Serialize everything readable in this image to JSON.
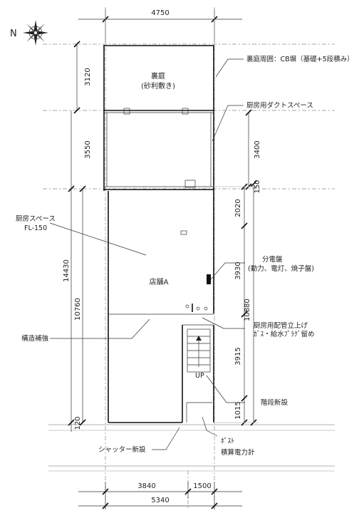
{
  "compass": {
    "north_label": "N"
  },
  "dimensions": {
    "top_width": "4750",
    "left_courtyard": "3120",
    "left_kitchen_upper": "3550",
    "left_total": "14430",
    "left_lower": "10760",
    "left_bottom": "120",
    "right_upper": "3400",
    "right_small": "150",
    "right_a": "2020",
    "right_b": "3930",
    "right_total": "10880",
    "right_c": "3915",
    "right_d": "1015",
    "bottom_left": "3840",
    "bottom_right": "1500",
    "bottom_total": "5340"
  },
  "rooms": {
    "courtyard_name": "裏庭",
    "courtyard_note": "(砂利敷き)",
    "store_name": "店舗A",
    "stairs_up": "UP"
  },
  "labels": {
    "courtyard_fence": "裏庭周囲：CB塀（基礎+5段積み）",
    "kitchen_duct": "厨房用ダクトスペース",
    "kitchen_space": "厨房スペース",
    "kitchen_floor_level": "FL-150",
    "distribution_board": "分電盤",
    "distribution_detail": "(動力、電灯、焼子盤)",
    "kitchen_piping_1": "厨房用配管立上げ",
    "kitchen_piping_2": "ｶﾞｽ・給水ﾌﾟﾗｸﾞ留め",
    "structural_reinforcement": "構造補強",
    "new_stairs": "階段新設",
    "new_shutter": "シャッター新設",
    "mailbox": "ﾎﾟｽﾄ",
    "electric_meter": "積算電力計"
  }
}
